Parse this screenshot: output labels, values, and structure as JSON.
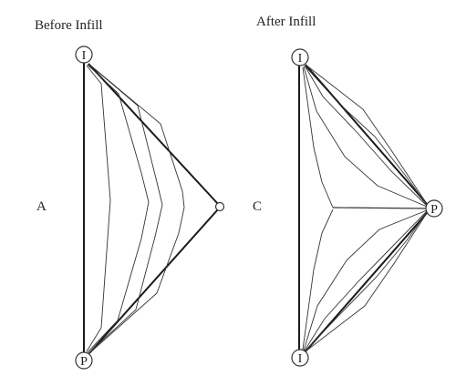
{
  "panels": {
    "before": {
      "title": "Before Infill",
      "section_letter": "A",
      "top_node_label": "I",
      "bottom_node_label": "P"
    },
    "after": {
      "title": "After Infill",
      "section_letter": "C",
      "top_node_label": "I",
      "right_node_label": "P",
      "bottom_node_label": "I"
    }
  },
  "colors": {
    "line": "#333333",
    "boundary": "#1a1a1a",
    "background": "#ffffff"
  }
}
